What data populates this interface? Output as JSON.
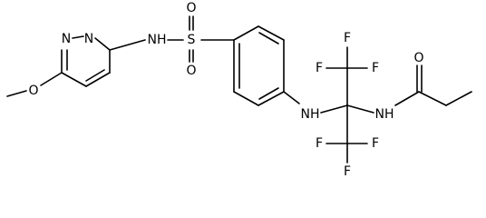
{
  "molecule": {
    "atoms": {
      "n1": "N",
      "n2": "N",
      "o_methoxy": "O",
      "nh_sulfonamide": "NH",
      "s": "S",
      "o_s_top": "O",
      "o_s_bottom": "O",
      "nh_aniline": "NH",
      "f1": "F",
      "f2": "F",
      "f3": "F",
      "f4": "F",
      "f5": "F",
      "f6": "F",
      "nh_amide": "NH",
      "o_carbonyl": "O"
    },
    "colors": {
      "bond": "#000000",
      "label": "#000000",
      "background": "#ffffff"
    }
  }
}
